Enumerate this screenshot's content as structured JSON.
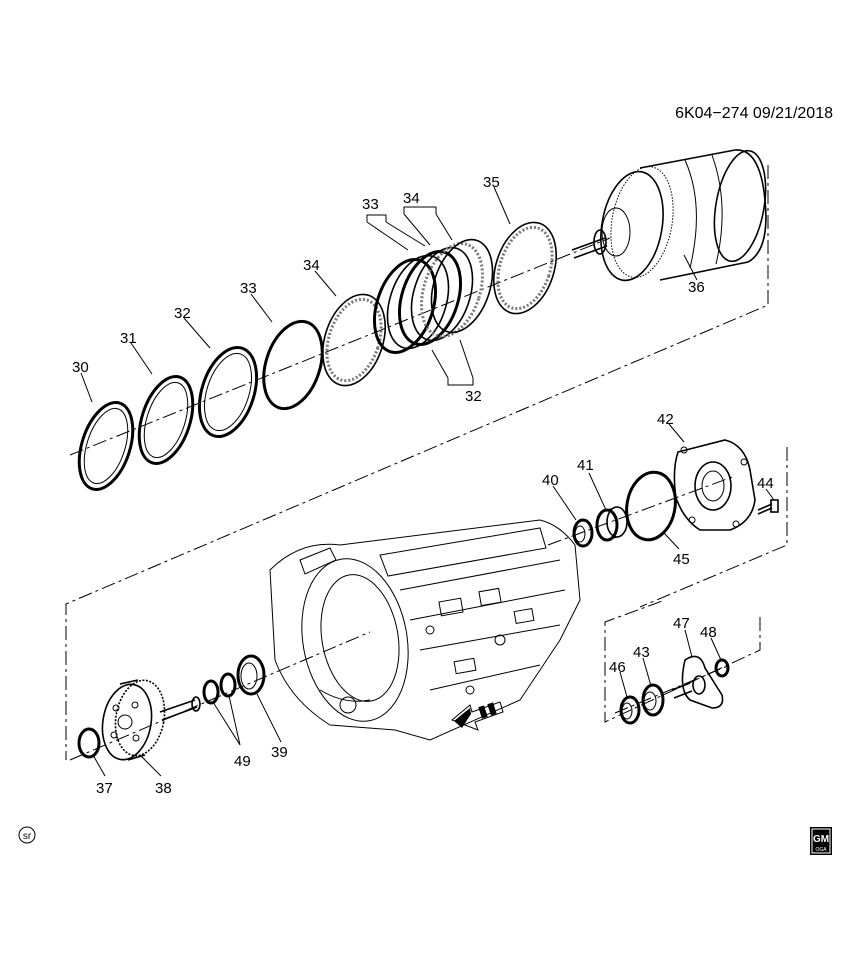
{
  "header": {
    "diagram_code": "6K04−274  09/21/2018"
  },
  "badges": {
    "sr": "sr",
    "gm_line1": "GM",
    "gm_line2": "OGA"
  },
  "callouts": {
    "c30": "30",
    "c31": "31",
    "c32a": "32",
    "c32b": "32",
    "c33a": "33",
    "c33b": "33",
    "c34a": "34",
    "c34b": "34",
    "c35": "35",
    "c36": "36",
    "c37": "37",
    "c38": "38",
    "c39": "39",
    "c40": "40",
    "c41": "41",
    "c42": "42",
    "c43": "43",
    "c44": "44",
    "c45": "45",
    "c46": "46",
    "c47": "47",
    "c48": "48",
    "c49": "49"
  },
  "icons": {
    "front_arrow": "front-arrow-icon",
    "gm_logo": "gm-logo-icon"
  }
}
